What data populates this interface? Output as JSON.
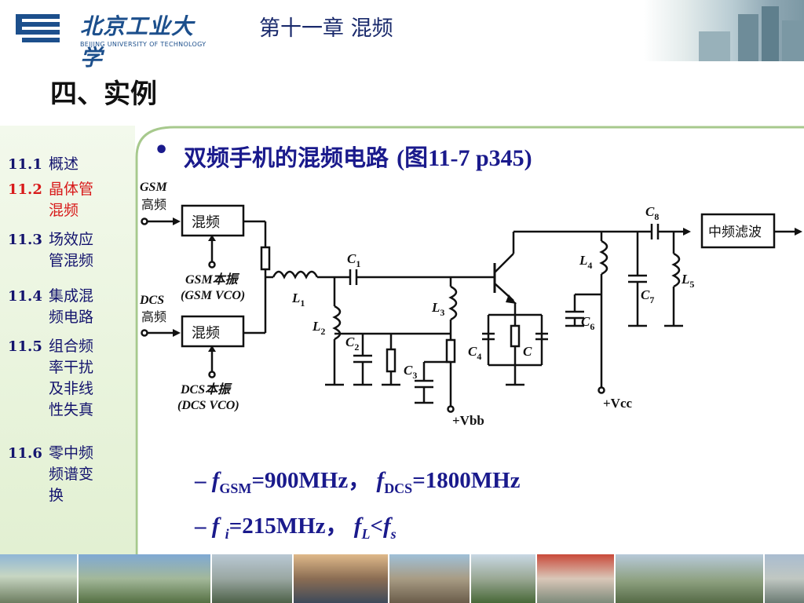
{
  "header": {
    "logo_cn": "北京工业大学",
    "logo_en": "BEIJING UNIVERSITY OF TECHNOLOGY",
    "chapter_title": "第十一章 混频"
  },
  "section_title": "四、实例",
  "sidebar": {
    "items": [
      {
        "num": "11.1",
        "text_line1": "概述",
        "text_line2": "",
        "active": false
      },
      {
        "num": "11.2",
        "text_line1": "晶体管",
        "text_line2": "混频",
        "active": true
      },
      {
        "num": "11.3",
        "text_line1": "场效应",
        "text_line2": "管混频",
        "active": false
      },
      {
        "num": "11.4",
        "text_line1": "集成混",
        "text_line2": "频电路",
        "active": false
      },
      {
        "num": "11.5",
        "text_line1": "组合频",
        "text_line2": "率干扰",
        "text_line3": "及非线",
        "text_line4": "性失真",
        "active": false
      },
      {
        "num": "11.6",
        "text_line1": "零中频",
        "text_line2": "频谱变",
        "text_line3": "换",
        "active": false
      }
    ]
  },
  "main": {
    "bullet_symbol": "•",
    "bullet_text": "双频手机的混频电路",
    "bullet_ref": "(图11-7 p345)",
    "formula1": {
      "dash": "–",
      "f1": "f",
      "sub1": "GSM",
      "val1": "=900MHz，",
      "f2": "f",
      "sub2": "DCS",
      "val2": "=1800MHz"
    },
    "formula2": {
      "dash": "–",
      "f1": "f ",
      "sub1": "i",
      "val1": "=215MHz，",
      "f2": "f",
      "sub2": "L",
      "lt": "<",
      "f3": "f",
      "sub3": "s"
    }
  },
  "circuit": {
    "gsm_in": "GSM",
    "gsm_in2": "高频",
    "dcs_in": "DCS",
    "dcs_in2": "高频",
    "mixer1": "混频",
    "mixer2": "混频",
    "gsm_lo1": "GSM本振",
    "gsm_lo2": "(GSM VCO)",
    "dcs_lo1": "DCS本振",
    "dcs_lo2": "(DCS VCO)",
    "if_filter": "中频滤波",
    "L1": "L1",
    "L2": "L2",
    "L3": "L3",
    "L4": "L4",
    "L5": "L5",
    "C1": "C1",
    "C2": "C2",
    "C3": "C3",
    "C4": "C4",
    "C": "C",
    "C6": "C6",
    "C7": "C7",
    "C8": "C8",
    "vbb": "+Vbb",
    "vcc": "+Vcc"
  },
  "colors": {
    "title_blue": "#1a1a8c",
    "active_red": "#d81a1a",
    "sidebar_green": "#e2f0d2",
    "logo_blue": "#1c4f8c"
  },
  "photo_strip": {
    "count": 9
  }
}
